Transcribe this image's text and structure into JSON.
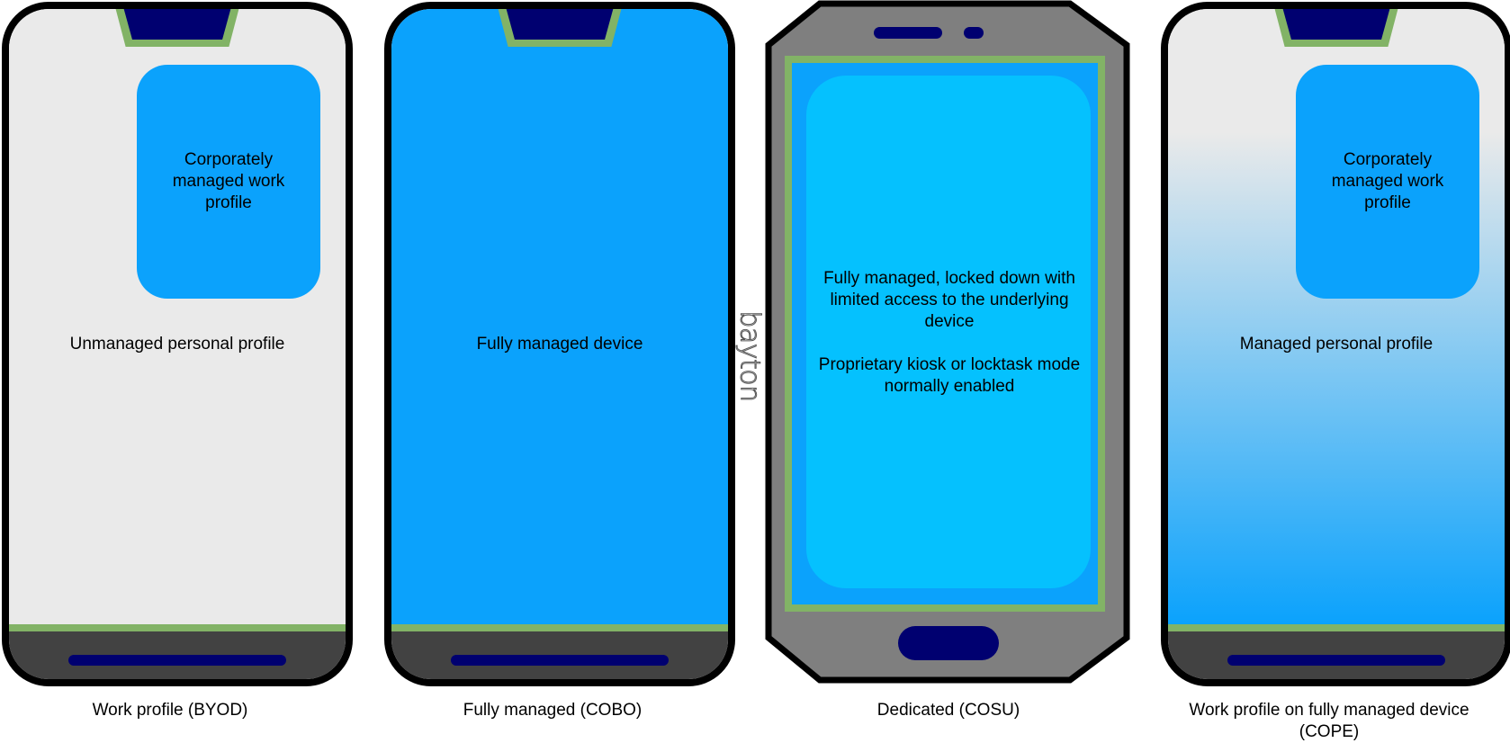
{
  "colors": {
    "outline": "#000000",
    "screen_gray": "#eaeaea",
    "screen_blue": "#0ba2fc",
    "screen_light_blue": "#05c1fe",
    "accent_green": "#82b366",
    "navy": "#000070",
    "chin_gray": "#424242",
    "rugged_body": "#7f7f7f"
  },
  "devices": [
    {
      "work_profile_label": "Corporately managed work profile",
      "screen_label": "Unmanaged personal profile",
      "caption": "Work profile (BYOD)"
    },
    {
      "screen_label": "Fully managed device",
      "caption": "Fully managed (COBO)"
    },
    {
      "screen_text_1": "Fully managed, locked down with limited access to the underlying device",
      "screen_text_2": "Proprietary kiosk or locktask mode normally enabled",
      "caption": "Dedicated (COSU)"
    },
    {
      "work_profile_label": "Corporately managed work profile",
      "screen_label": "Managed personal profile",
      "caption": "Work profile on fully managed device (COPE)"
    }
  ],
  "watermark": "bayton"
}
